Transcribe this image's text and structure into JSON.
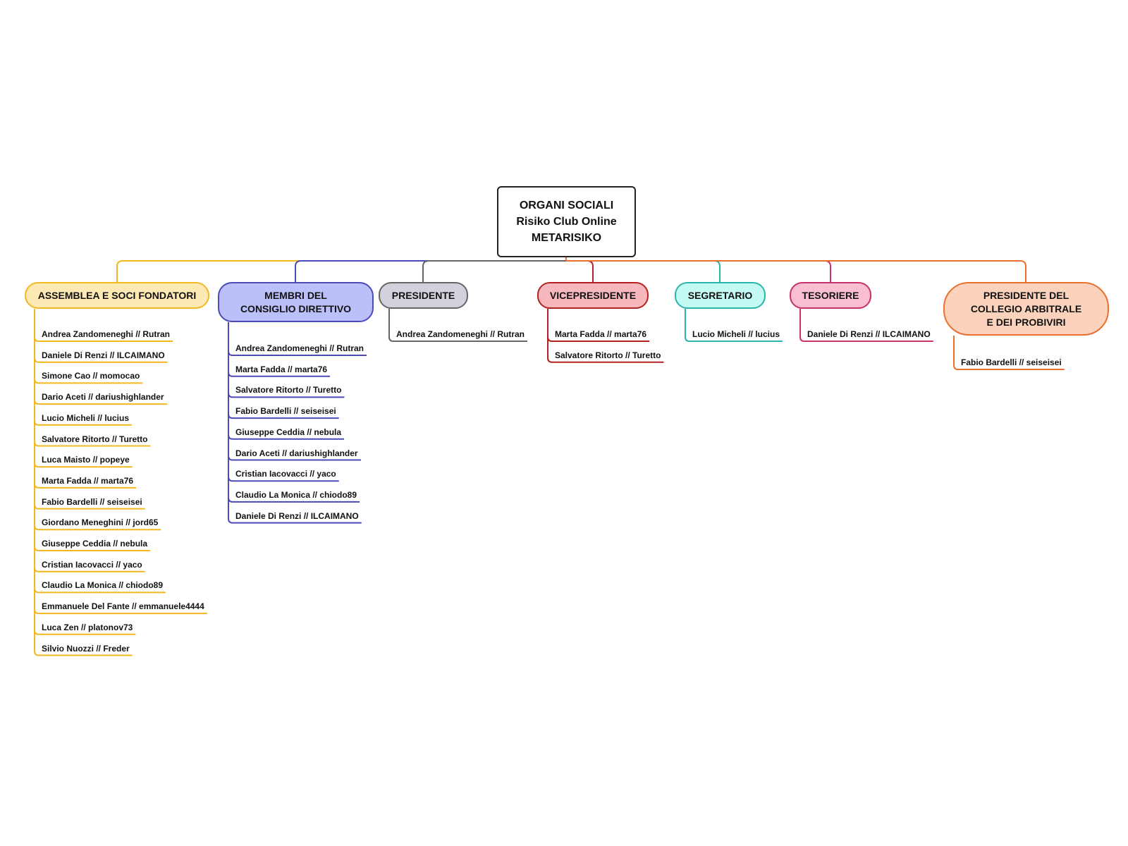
{
  "root": {
    "lines": [
      "ORGANI SOCIALI",
      "Risiko Club Online",
      "METARISIKO"
    ]
  },
  "branches": [
    {
      "id": "assemblea",
      "lines": [
        "ASSEMBLEA E SOCI FONDATORI"
      ],
      "color": "#f2b820",
      "fill": "#fde9b4",
      "members": [
        "Andrea Zandomeneghi // Rutran",
        "Daniele Di Renzi // ILCAIMANO",
        "Simone Cao // momocao",
        "Dario Aceti // dariushighlander",
        "Lucio Micheli // lucius",
        "Salvatore Ritorto // Turetto",
        "Luca Maisto // popeye",
        "Marta Fadda // marta76",
        "Fabio Bardelli // seiseisei",
        "Giordano Meneghini // jord65",
        "Giuseppe Ceddia // nebula",
        "Cristian Iacovacci // yaco",
        "Claudio La Monica // chiodo89",
        "Emmanuele Del Fante // emmanuele4444",
        "Luca Zen // platonov73",
        "Silvio Nuozzi // Freder"
      ]
    },
    {
      "id": "consiglio",
      "lines": [
        "MEMBRI DEL",
        "CONSIGLIO DIRETTIVO"
      ],
      "color": "#4a4ab8",
      "fill": "#bcc0fa",
      "members": [
        "Andrea Zandomeneghi // Rutran",
        "Marta Fadda // marta76",
        "Salvatore Ritorto // Turetto",
        "Fabio Bardelli // seiseisei",
        "Giuseppe Ceddia // nebula",
        "Dario Aceti // dariushighlander",
        "Cristian Iacovacci // yaco",
        "Claudio La Monica // chiodo89",
        "Daniele Di Renzi // ILCAIMANO"
      ]
    },
    {
      "id": "presidente",
      "lines": [
        "PRESIDENTE"
      ],
      "color": "#666666",
      "fill": "#d2d2dc",
      "members": [
        "Andrea Zandomeneghi // Rutran"
      ]
    },
    {
      "id": "vicepresidente",
      "lines": [
        "VICEPRESIDENTE"
      ],
      "color": "#b52020",
      "fill": "#f7b8bd",
      "members": [
        "Marta Fadda // marta76",
        "Salvatore Ritorto // Turetto"
      ]
    },
    {
      "id": "segretario",
      "lines": [
        "SEGRETARIO"
      ],
      "color": "#2ab5aa",
      "fill": "#c4faf4",
      "members": [
        "Lucio Micheli // lucius"
      ]
    },
    {
      "id": "tesoriere",
      "lines": [
        "TESORIERE"
      ],
      "color": "#c8306a",
      "fill": "#f9bfd0",
      "members": [
        "Daniele Di Renzi // ILCAIMANO"
      ]
    },
    {
      "id": "collegio",
      "lines": [
        "PRESIDENTE DEL",
        "COLLEGIO ARBITRALE",
        "E DEI PROBIVIRI"
      ],
      "color": "#ec7030",
      "fill": "#fbd3bc",
      "members": [
        "Fabio Bardelli // seiseisei"
      ]
    }
  ]
}
